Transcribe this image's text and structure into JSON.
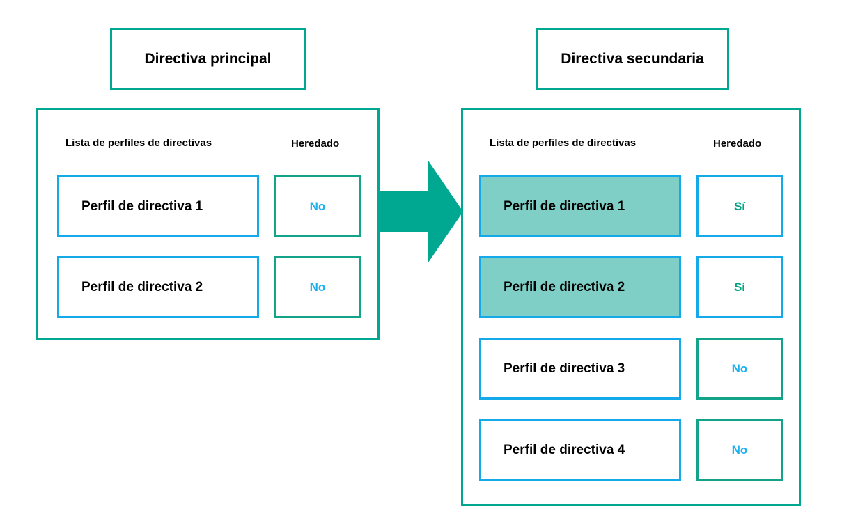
{
  "diagram": {
    "title_primary": "Directiva principal",
    "title_secondary": "Directiva secundaria",
    "arrow_icon": "right-arrow-icon",
    "colors": {
      "teal": "#00a891",
      "blue": "#14a9e8",
      "highlight_fill": "#7fcfc6",
      "no_text": "#1cb0ef",
      "si_text": "#00a083",
      "text": "#000000"
    }
  },
  "primary_panel": {
    "headers": {
      "profiles": "Lista de perfiles de directivas",
      "inherited": "Heredado"
    },
    "rows": [
      {
        "profile": "Perfil de directiva 1",
        "inherited": "No",
        "highlighted": false
      },
      {
        "profile": "Perfil de directiva 2",
        "inherited": "No",
        "highlighted": false
      }
    ]
  },
  "secondary_panel": {
    "headers": {
      "profiles": "Lista de perfiles de directivas",
      "inherited": "Heredado"
    },
    "rows": [
      {
        "profile": "Perfil de directiva 1",
        "inherited": "Sí",
        "highlighted": true
      },
      {
        "profile": "Perfil de directiva 2",
        "inherited": "Sí",
        "highlighted": true
      },
      {
        "profile": "Perfil de directiva 3",
        "inherited": "No",
        "highlighted": false
      },
      {
        "profile": "Perfil de directiva 4",
        "inherited": "No",
        "highlighted": false
      }
    ]
  }
}
